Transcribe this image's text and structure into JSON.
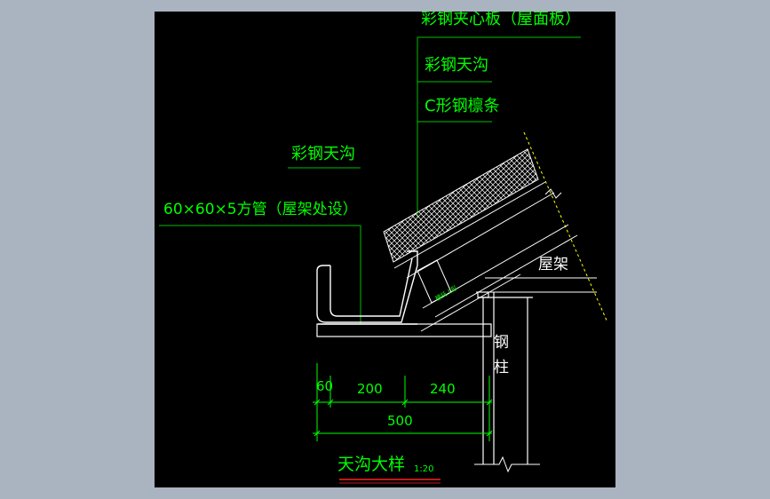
{
  "colors": {
    "background": "#000000",
    "frame": "#aab4c0",
    "label": "#00ff00",
    "leader": "#00c000",
    "outline": "#ffffff",
    "dimension": "#00ff00",
    "hatch": "#ffffff",
    "cut_line": "#ffff00",
    "title_underline": "#ff2020"
  },
  "labels": {
    "sandwich_panel": "彩钢夹心板（屋面板）",
    "gutter_top": "彩钢天沟",
    "c_purlin": "C形钢檩条",
    "gutter_left": "彩钢天沟",
    "square_tube": "60×60×5方管（屋架处设）",
    "roof_truss": "屋架",
    "column_char1": "钢",
    "column_char2": "柱",
    "small_note": "檩托 L形",
    "title": "天沟大样",
    "scale": "1:20"
  },
  "dimensions": {
    "d1": "60",
    "d2": "200",
    "d3": "240",
    "total": "500"
  }
}
